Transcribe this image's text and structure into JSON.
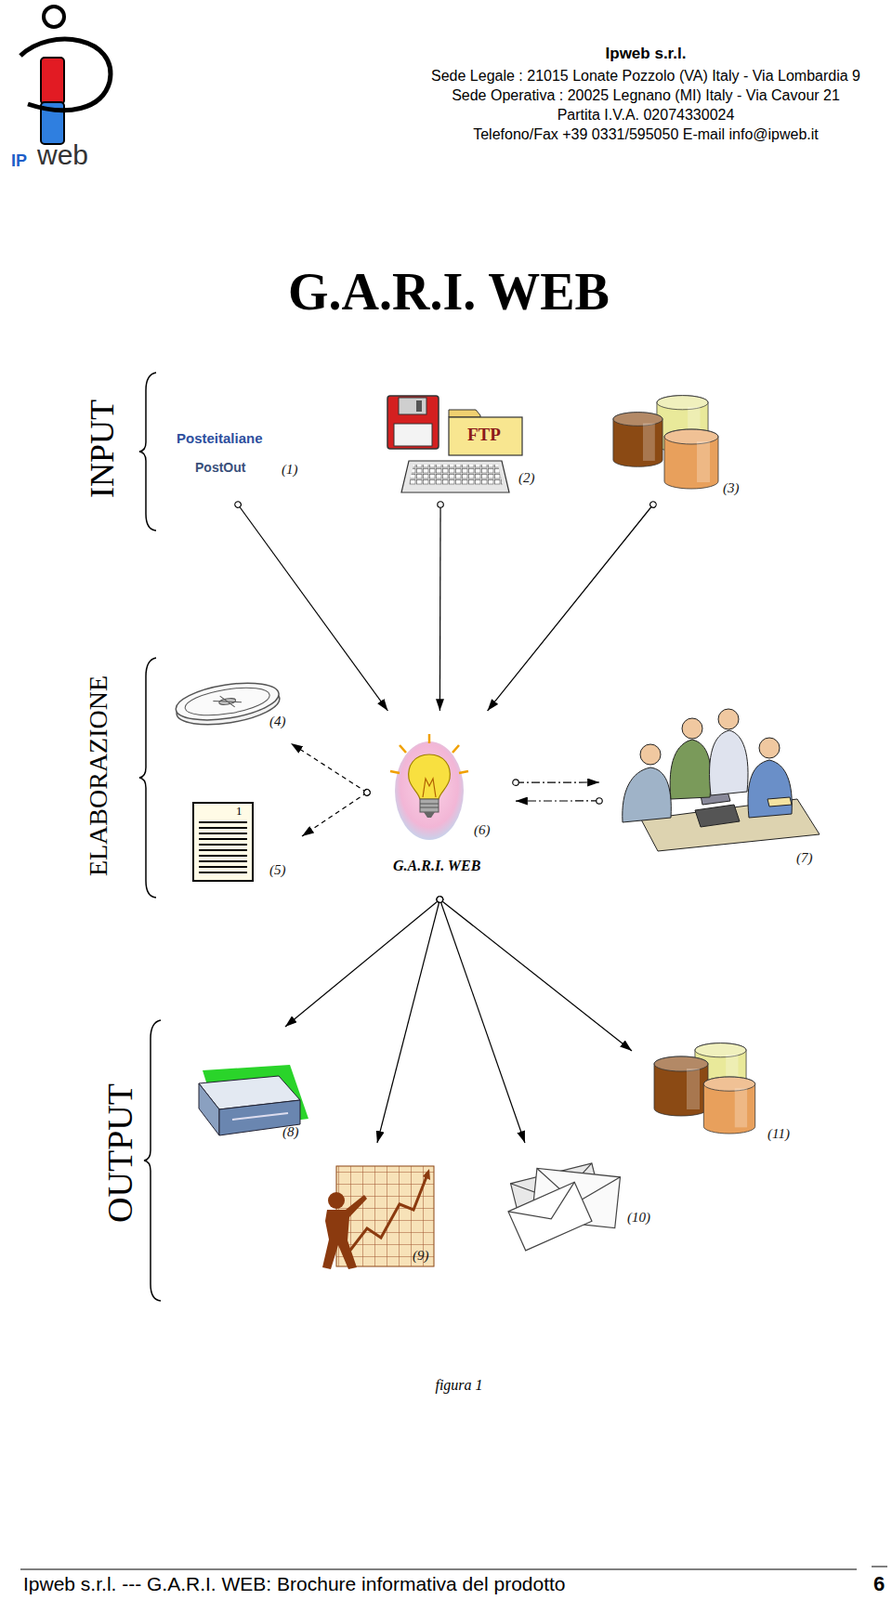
{
  "diagram": {
    "title": "G.A.R.I. WEB",
    "caption": "figura 1",
    "nodes": [
      {
        "text": [
          "Posteitaliane",
          "PostOut",
          "(1)"
        ]
      },
      {
        "text": [
          "FTP",
          "(2)"
        ]
      },
      {
        "text": [
          "(3)"
        ]
      },
      {
        "text": [
          "(4)"
        ]
      },
      {
        "text": [
          "1",
          "(5)"
        ]
      },
      {
        "text": [
          "(6)",
          "G.A.R.I. WEB"
        ]
      },
      {
        "text": [
          "(7)"
        ]
      },
      {
        "text": [
          "(8)"
        ]
      },
      {
        "text": [
          "(9)"
        ]
      },
      {
        "text": [
          "(10)"
        ]
      },
      {
        "text": [
          "(11)"
        ]
      }
    ],
    "edges": [
      {
        "from": 0,
        "to": 5,
        "arrow": "to"
      },
      {
        "from": 1,
        "to": 5,
        "arrow": "to"
      },
      {
        "from": 2,
        "to": 5,
        "arrow": "to"
      },
      {
        "from": 5,
        "to": 3,
        "arrow": "to"
      },
      {
        "from": 5,
        "to": 4,
        "arrow": "to"
      },
      {
        "from": 5,
        "to": 6,
        "arrow": "to"
      },
      {
        "from": 6,
        "to": 5,
        "arrow": "to"
      },
      {
        "from": 5,
        "to": 7,
        "arrow": "to"
      },
      {
        "from": 5,
        "to": 8,
        "arrow": "to"
      },
      {
        "from": 5,
        "to": 9,
        "arrow": "to"
      },
      {
        "from": 5,
        "to": 10,
        "arrow": "to"
      }
    ],
    "labels": [
      "IP",
      "web",
      "Ipweb s.r.l.",
      "Sede Legale : 21015 Lonate Pozzolo (VA) Italy - Via Lombardia 9",
      "Sede Operativa : 20025 Legnano (MI) Italy - Via Cavour 21",
      "Partita I.V.A. 02074330024",
      "Telefono/Fax +39 0331/595050 E-mail info@ipweb.it",
      "INPUT",
      "ELABORAZIONE",
      "OUTPUT",
      "Ipweb s.r.l. --- G.A.R.I. WEB: Brochure informativa del prodotto",
      "6"
    ]
  }
}
